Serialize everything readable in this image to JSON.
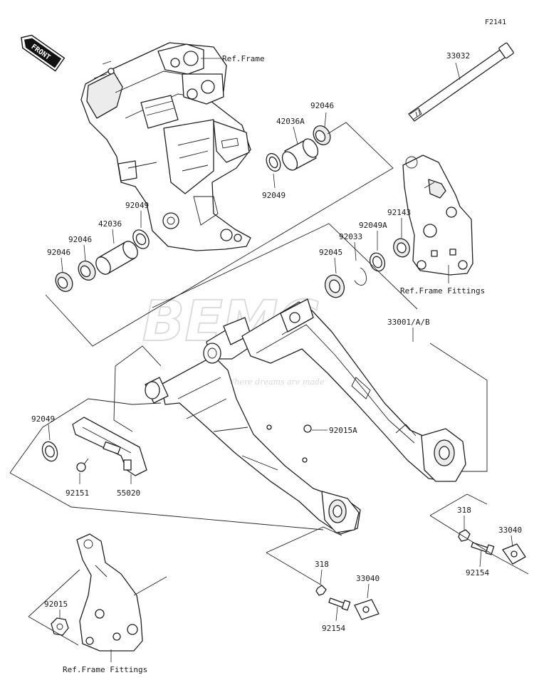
{
  "figure": {
    "code": "F2141"
  },
  "front_badge": {
    "label": "FRONT"
  },
  "watermark": {
    "brand": "BEMC",
    "slogan": "Where dreams are made"
  },
  "refs": {
    "frame": "Ref.Frame",
    "frame_fittings_right": "Ref.Frame Fittings",
    "frame_fittings_left": "Ref.Frame Fittings"
  },
  "parts": {
    "p33032": "33032",
    "p92046_top": "92046",
    "p42036A": "42036A",
    "p92049_top": "92049",
    "p92049_left": "92049",
    "p42036": "42036",
    "p92046_left_a": "92046",
    "p92046_left_b": "92046",
    "p92143": "92143",
    "p92049A": "92049A",
    "p92033": "92033",
    "p92045": "92045",
    "p33001": "33001/A/B",
    "p92015A": "92015A",
    "p92049_bottom": "92049",
    "p92151": "92151",
    "p55020": "55020",
    "p318_right": "318",
    "p33040_right": "33040",
    "p92154_right": "92154",
    "p318_mid": "318",
    "p33040_mid": "33040",
    "p92154_mid": "92154",
    "p92015": "92015"
  }
}
